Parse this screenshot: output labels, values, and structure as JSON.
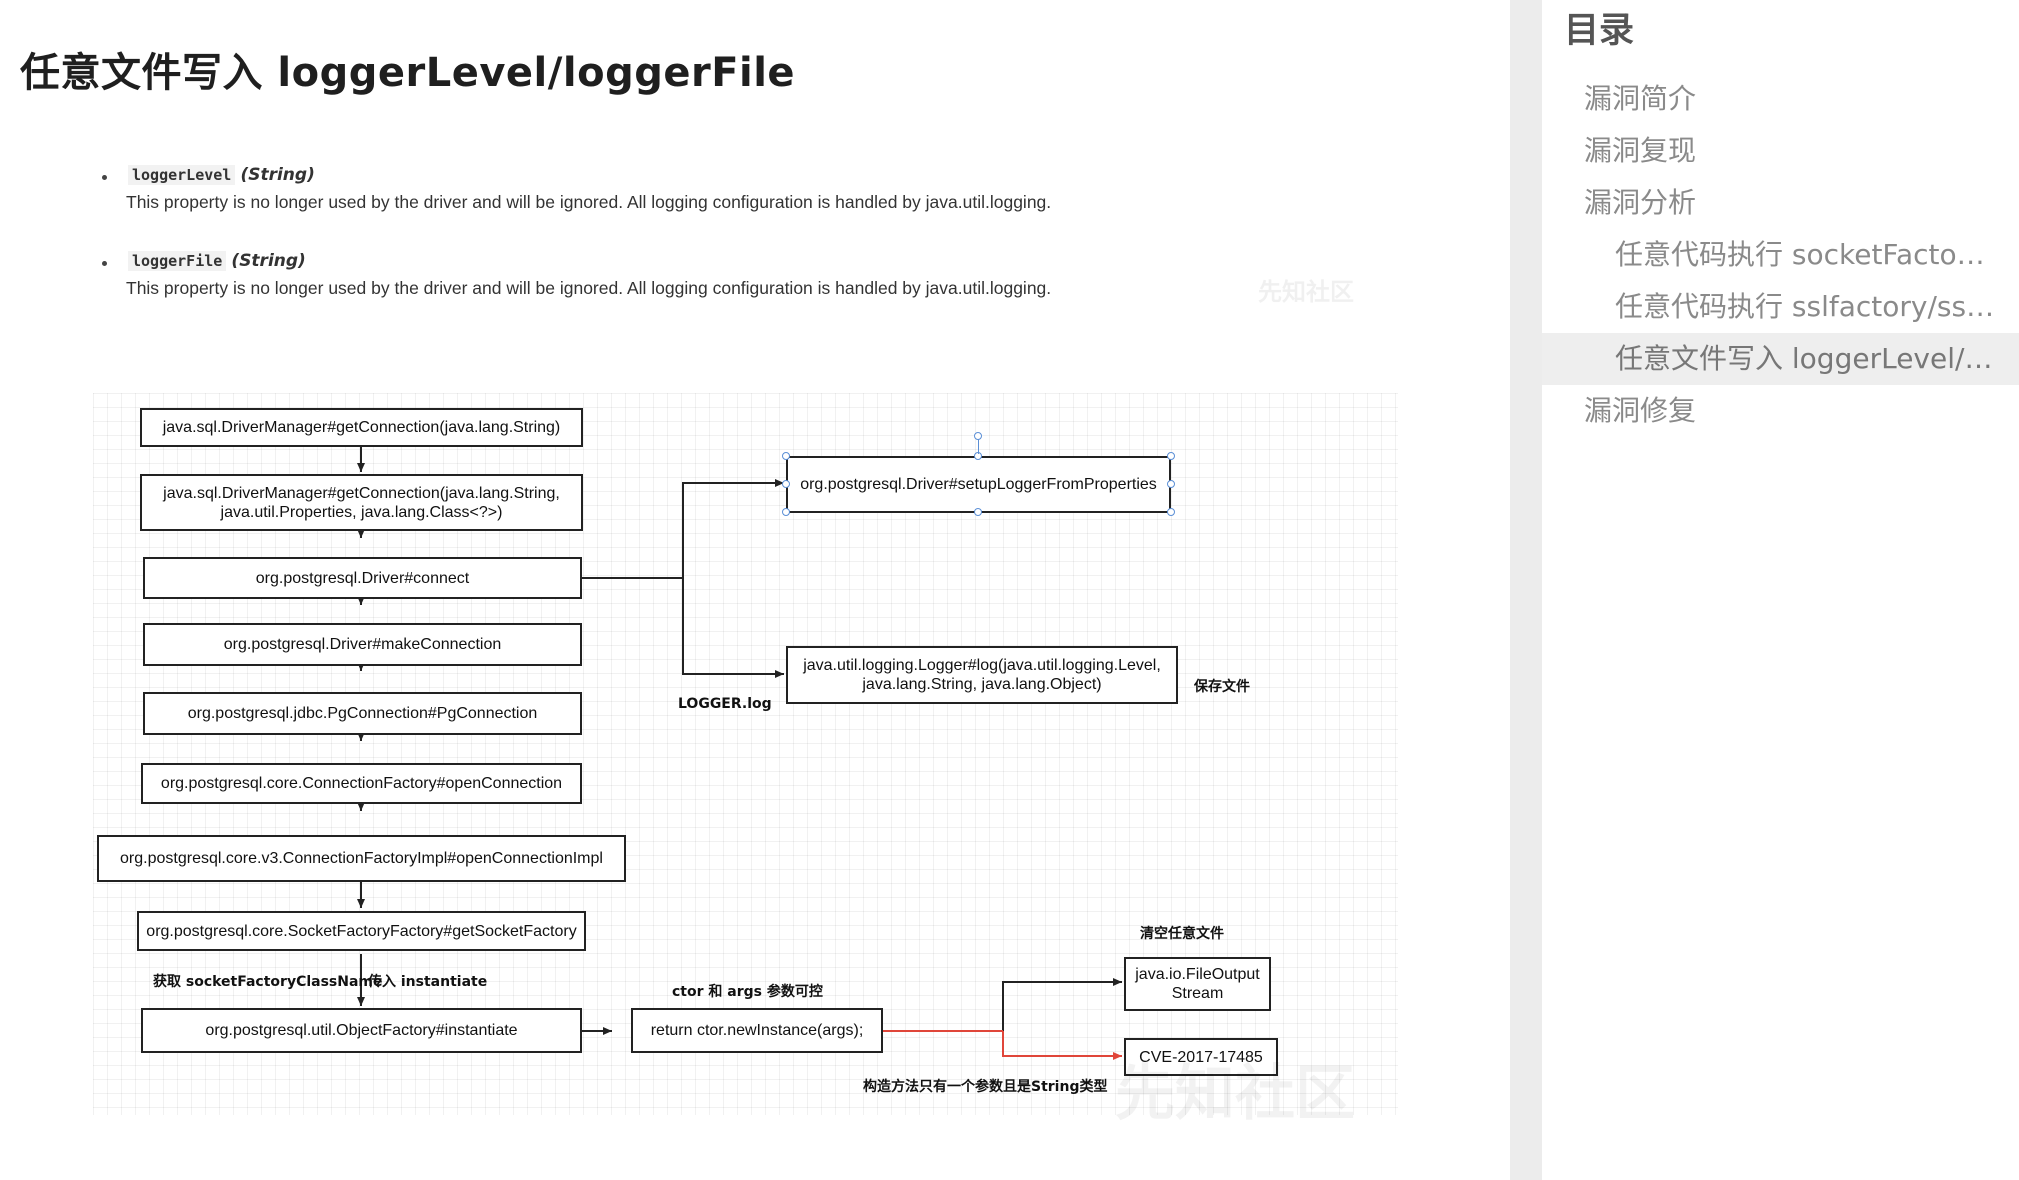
{
  "article": {
    "heading": "任意文件写入 loggerLevel/loggerFile",
    "properties": [
      {
        "name": "loggerLevel",
        "type": "String",
        "description": "This property is no longer used by the driver and will be ignored. All logging configuration is handled by java.util.logging."
      },
      {
        "name": "loggerFile",
        "type": "String",
        "description": "This property is no longer used by the driver and will be ignored. All logging configuration is handled by java.util.logging."
      }
    ],
    "watermark": "先知社区"
  },
  "diagram": {
    "nodes": [
      "java.sql.DriverManager#getConnection(java.lang.String)",
      "java.sql.DriverManager#getConnection(java.lang.String,\njava.util.Properties, java.lang.Class<?>)",
      "org.postgresql.Driver#connect",
      "org.postgresql.Driver#makeConnection",
      "org.postgresql.jdbc.PgConnection#PgConnection",
      "org.postgresql.core.ConnectionFactory#openConnection",
      "org.postgresql.core.v3.ConnectionFactoryImpl#openConnectionImpl",
      "org.postgresql.core.SocketFactoryFactory#getSocketFactory",
      "org.postgresql.util.ObjectFactory#instantiate",
      "return ctor.newInstance(args);",
      "org.postgresql.Driver#setupLoggerFromProperties",
      "java.util.logging.Logger#log(java.util.logging.Level,\njava.lang.String, java.lang.Object)",
      "java.io.FileOutput\nStream",
      "CVE-2017-17485"
    ],
    "labels": {
      "logger_log": "LOGGER.log",
      "save_file": "保存文件",
      "get_class_name": "获取 socketFactoryClassName",
      "pass_instantiate": "传入 instantiate",
      "ctor_args": "ctor 和 args 参数可控",
      "clear_file": "清空任意文件",
      "constructor_note": "构造方法只有一个参数且是String类型"
    },
    "colors": {
      "edge": "#222222",
      "red_edge": "#e0463a",
      "handle": "#5b8fd6"
    }
  },
  "toc": {
    "title": "目录",
    "items": [
      {
        "label": "漏洞简介",
        "level": 1,
        "active": false
      },
      {
        "label": "漏洞复现",
        "level": 1,
        "active": false
      },
      {
        "label": "漏洞分析",
        "level": 1,
        "active": false
      },
      {
        "label": "任意代码执行 socketFactory/socketFactoryArg",
        "level": 2,
        "active": false
      },
      {
        "label": "任意代码执行 sslfactory/sslfactoryarg",
        "level": 2,
        "active": false
      },
      {
        "label": "任意文件写入 loggerLevel/loggerFile",
        "level": 2,
        "active": true
      },
      {
        "label": "漏洞修复",
        "level": 1,
        "active": false
      }
    ]
  }
}
